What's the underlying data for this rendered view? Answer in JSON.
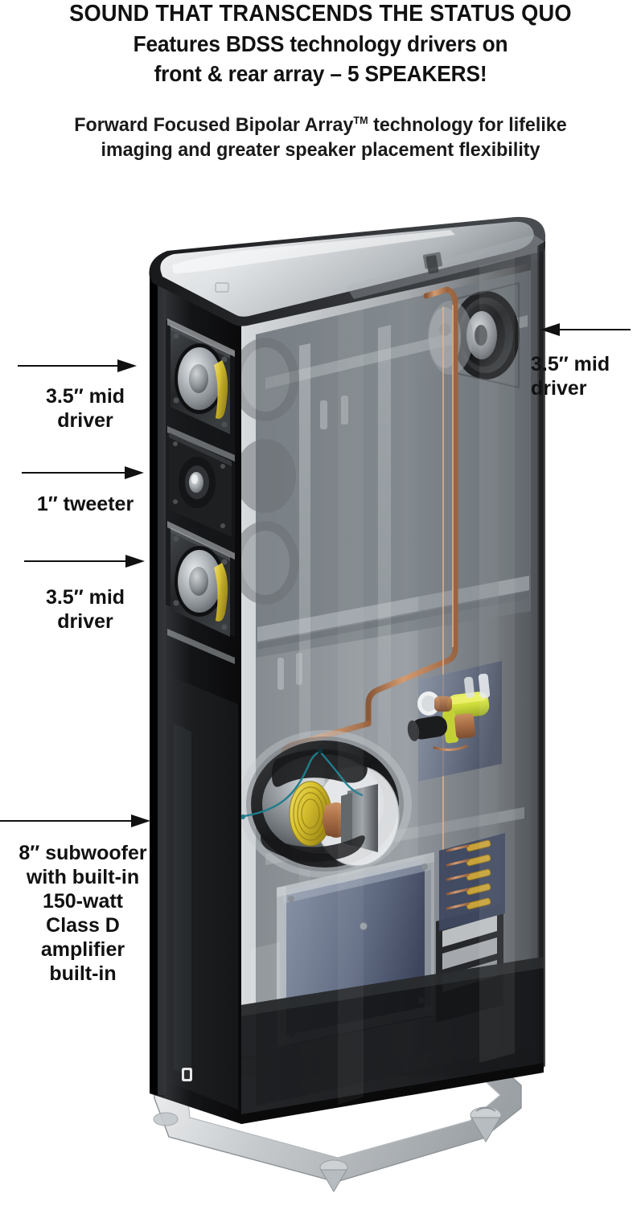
{
  "header": {
    "line1": "SOUND THAT TRANSCENDS THE STATUS QUO",
    "line2": "Features BDSS technology drivers on",
    "line3": "front & rear array – 5 SPEAKERS!"
  },
  "subheader": {
    "line1_before_tm": "Forward Focused Bipolar Array",
    "trademark": "TM",
    "line1_after_tm": " technology for lifelike",
    "line2": "imaging and greater speaker placement flexibility"
  },
  "callouts": [
    {
      "id": "front-mid-top",
      "text": "3.5″ mid\ndriver",
      "direction": "right"
    },
    {
      "id": "tweeter",
      "text": "1″ tweeter",
      "direction": "right"
    },
    {
      "id": "front-mid-bot",
      "text": "3.5″ mid\ndriver",
      "direction": "right"
    },
    {
      "id": "subwoofer",
      "text": "8″ subwoofer\nwith built-in\n150-watt\nClass D\namplifier\nbuilt-in",
      "direction": "right"
    },
    {
      "id": "rear-mid",
      "text": "3.5″ mid\ndriver",
      "direction": "left"
    }
  ],
  "colors": {
    "text": "#111111",
    "background": "#ffffff",
    "cabinet_black": "#1b1b1d",
    "cabinet_top_plate": "#e6e8ea",
    "interior_gray": "#8d9296",
    "copper": "#b9805a",
    "capacitor_yellow": "#d4e04a",
    "pcb_blue": "#5b6782",
    "base_silver": "#c9ccd0",
    "cone_silver": "#aeb3b7",
    "driver_black": "#2a2b2d",
    "wire_teal": "#1f7d8c"
  },
  "illustration": {
    "product": "cutaway tower loudspeaker",
    "front_drivers": 3,
    "rear_drivers": 2,
    "subwoofer_count": 1,
    "base": "silver outrigger plinth with spike feet"
  }
}
